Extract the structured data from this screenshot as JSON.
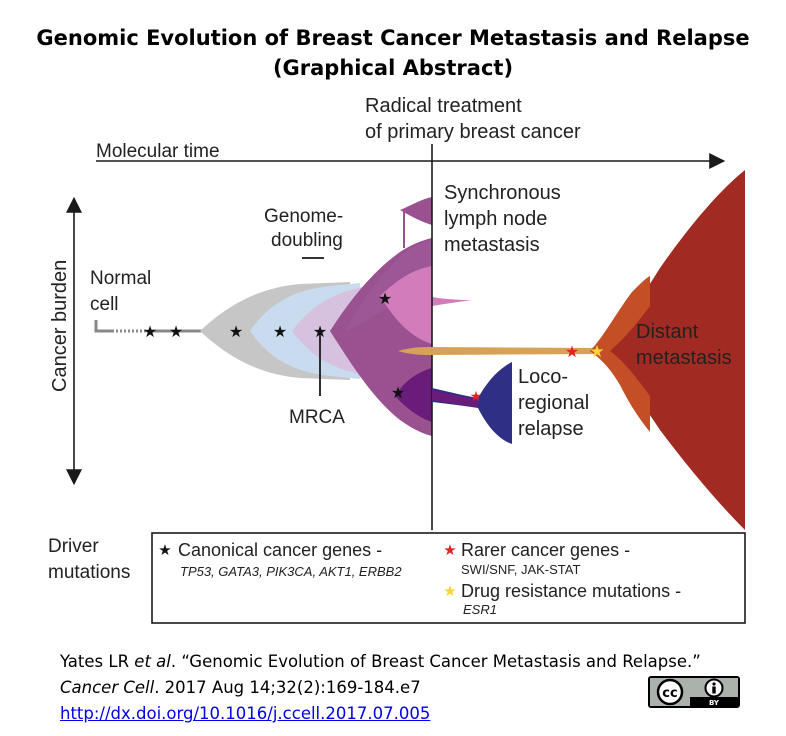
{
  "title": {
    "line1": "Genomic Evolution of Breast Cancer Metastasis and Relapse",
    "line2": "(Graphical Abstract)"
  },
  "diagram": {
    "treatment_label_1": "Radical treatment",
    "treatment_label_2": "of primary breast cancer",
    "time_axis_label": "Molecular time",
    "burden_axis_label": "Cancer burden",
    "normal_cell_1": "Normal",
    "normal_cell_2": "cell",
    "genome_doubling_1": "Genome-",
    "genome_doubling_2": "doubling",
    "mrca": "MRCA",
    "lymph_1": "Synchronous",
    "lymph_2": "lymph node",
    "lymph_3": "metastasis",
    "relapse_1": "Loco-",
    "relapse_2": "regional",
    "relapse_3": "relapse",
    "distant_1": "Distant",
    "distant_2": "metastasis"
  },
  "legend": {
    "driver_1": "Driver",
    "driver_2": "mutations",
    "canonical_title": "Canonical cancer genes -",
    "canonical_genes": "TP53, GATA3, PIK3CA, AKT1, ERBB2",
    "rarer_title": "Rarer cancer genes -",
    "rarer_genes": "SWI/SNF, JAK-STAT",
    "drug_title": "Drug resistance mutations -",
    "drug_genes": "ESR1"
  },
  "colors": {
    "normal": "#c6c6c6",
    "early": "#c9dcef",
    "mid": "#d6c2df",
    "primary": "#9a5190",
    "lymph": "#d27cbb",
    "relapse": "#2f2f86",
    "distant": "#a12b22",
    "distant_outer": "#c44f27",
    "resistance_star": "#f7d437",
    "rare_star": "#e02424"
  },
  "citation": {
    "authors": "Yates LR ",
    "et_al": "et al",
    "title": ". “Genomic Evolution of Breast Cancer Metastasis and Relapse.”",
    "journal": "Cancer Cell",
    "details": ". 2017 Aug 14;32(2):169-184.e7",
    "url": "http://dx.doi.org/10.1016/j.ccell.2017.07.005"
  },
  "license": {
    "cc": "cc",
    "by": "BY"
  }
}
